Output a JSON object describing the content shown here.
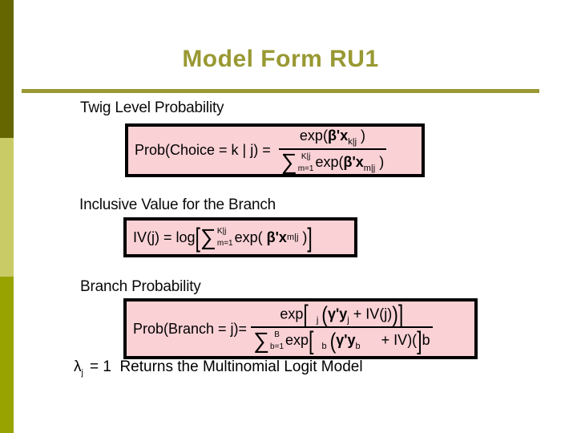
{
  "slide": {
    "title": "Model Form RU1",
    "sections": [
      {
        "label": "Twig Level Probability"
      },
      {
        "label": "Inclusive Value for the Branch"
      },
      {
        "label": "Branch Probability"
      }
    ]
  },
  "formulas": {
    "twig": [
      {
        "t": "txt",
        "v": "Prob(Choice = k | j) = "
      },
      {
        "t": "frac",
        "num": [
          {
            "t": "txt",
            "v": "exp("
          },
          {
            "t": "b",
            "v": "β'x"
          },
          {
            "t": "sub",
            "v": "k|j"
          },
          {
            "t": "txt",
            "v": " )"
          }
        ],
        "den": [
          {
            "t": "sum",
            "sup": "K|j",
            "sub": "m=1"
          },
          {
            "t": "txt",
            "v": "exp("
          },
          {
            "t": "b",
            "v": "β'x"
          },
          {
            "t": "sub",
            "v": "m|j"
          },
          {
            "t": "txt",
            "v": " )"
          }
        ]
      }
    ],
    "iv": [
      {
        "t": "txt",
        "v": "IV(j) = log"
      },
      {
        "t": "big",
        "v": "[",
        "s": 1.45
      },
      {
        "t": "sum",
        "sup": "K|j",
        "sub": "m=1"
      },
      {
        "t": "txt",
        "v": "exp( "
      },
      {
        "t": "b",
        "v": "β'x"
      },
      {
        "t": "sub",
        "v": "m|j"
      },
      {
        "t": "txt",
        "v": " )"
      },
      {
        "t": "big",
        "v": "]",
        "s": 1.45
      }
    ],
    "branch": [
      {
        "t": "txt",
        "v": "Prob(Branch = j)="
      },
      {
        "t": "frac",
        "num": [
          {
            "t": "txt",
            "v": "exp"
          },
          {
            "t": "big",
            "v": "[",
            "s": 1.35
          },
          {
            "t": "sp",
            "w": 10
          },
          {
            "t": "sub",
            "v": "j"
          },
          {
            "t": "sp",
            "w": 4
          },
          {
            "t": "big",
            "v": "(",
            "s": 1.2
          },
          {
            "t": "b",
            "v": "γ'y"
          },
          {
            "t": "sub",
            "v": "j"
          },
          {
            "t": "txt",
            "v": " + IV(j)"
          },
          {
            "t": "big",
            "v": ")",
            "s": 1.2
          },
          {
            "t": "big",
            "v": "]",
            "s": 1.35
          }
        ],
        "den": [
          {
            "t": "sum",
            "sup": "B",
            "sub": "b=1"
          },
          {
            "t": "txt",
            "v": "exp"
          },
          {
            "t": "big",
            "v": "[",
            "s": 1.35
          },
          {
            "t": "sp",
            "w": 10
          },
          {
            "t": "sub",
            "v": "b"
          },
          {
            "t": "sp",
            "w": 4
          },
          {
            "t": "big",
            "v": "(",
            "s": 1.2
          },
          {
            "t": "b",
            "v": "γ'y"
          },
          {
            "t": "sub",
            "v": "b"
          },
          {
            "t": "sp",
            "w": 26
          },
          {
            "t": "txt",
            "v": "+ IV)("
          },
          {
            "t": "big",
            "v": "]",
            "s": 1.35
          },
          {
            "t": "txt",
            "v": "b"
          }
        ]
      }
    ],
    "note": [
      {
        "t": "txt",
        "v": "λ"
      },
      {
        "t": "sub",
        "v": "j"
      },
      {
        "t": "sp",
        "w": 8
      },
      {
        "t": "txt",
        "v": "= 1  Returns the Multinomial Logit Model"
      }
    ]
  },
  "colors": {
    "background": "#FFFFFF",
    "title_olive": "#999933",
    "sidebar_dark_olive": "#666600",
    "sidebar_light_olive": "#C9CC66",
    "sidebar_medium_olive": "#99A300",
    "formula_box_fill": "#FAD1D5",
    "formula_box_border": "#000000",
    "text": "#000000"
  }
}
